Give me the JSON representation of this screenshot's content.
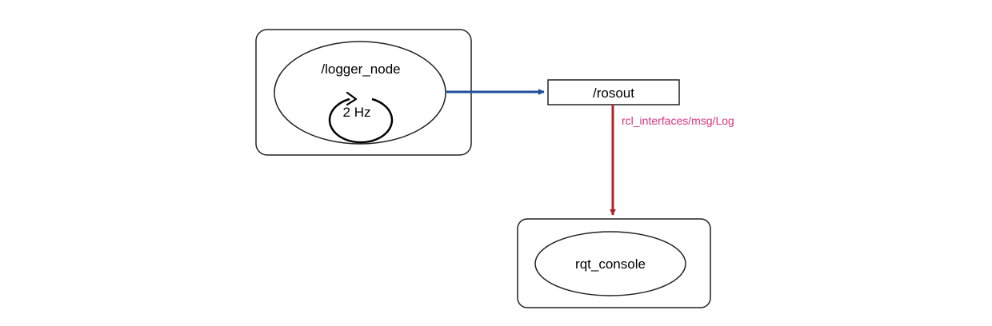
{
  "diagram": {
    "nodes": {
      "logger": {
        "label": "/logger_node",
        "rate_label": "2 Hz"
      },
      "topic": {
        "label": "/rosout"
      },
      "console": {
        "label": "rqt_console"
      }
    },
    "edges": {
      "publish": {
        "color": "#1f4e9b"
      },
      "subscribe": {
        "color": "#b0202a",
        "label": "rcl_interfaces/msg/Log",
        "label_color": "#d63384"
      }
    }
  }
}
